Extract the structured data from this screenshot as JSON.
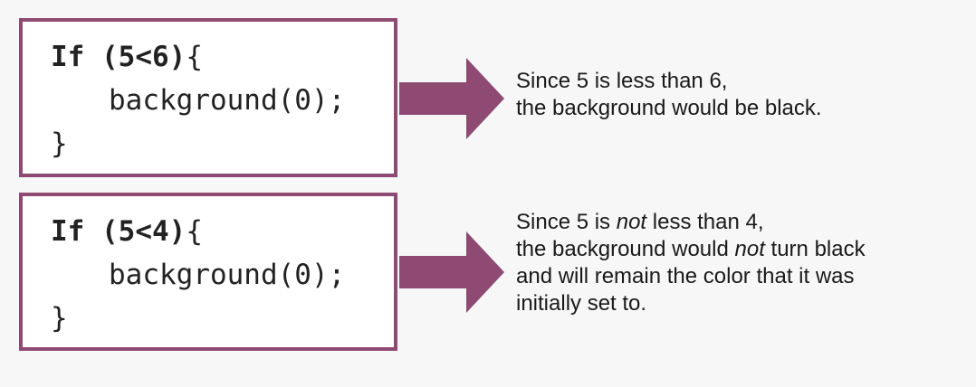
{
  "colors": {
    "accent": "#8e4a72",
    "background": "#f7f7f7",
    "box_fill": "#ffffff",
    "text": "#1a1a1a"
  },
  "examples": [
    {
      "code": {
        "keyword": "If",
        "condition": "(5<6)",
        "open_brace": "{",
        "body": "background(0);",
        "close_brace": "}"
      },
      "explanation": {
        "line1": "Since 5 is less than 6,",
        "line2": "the background would be black."
      }
    },
    {
      "code": {
        "keyword": "If",
        "condition": "(5<4)",
        "open_brace": "{",
        "body": "background(0);",
        "close_brace": "}"
      },
      "explanation": {
        "line1_a": "Since 5 is ",
        "line1_em": "not",
        "line1_b": " less than 4,",
        "line2_a": "the background would ",
        "line2_em": "not",
        "line2_b": " turn black",
        "line3": "and will remain the color that it was",
        "line4": "initially set to."
      }
    }
  ]
}
